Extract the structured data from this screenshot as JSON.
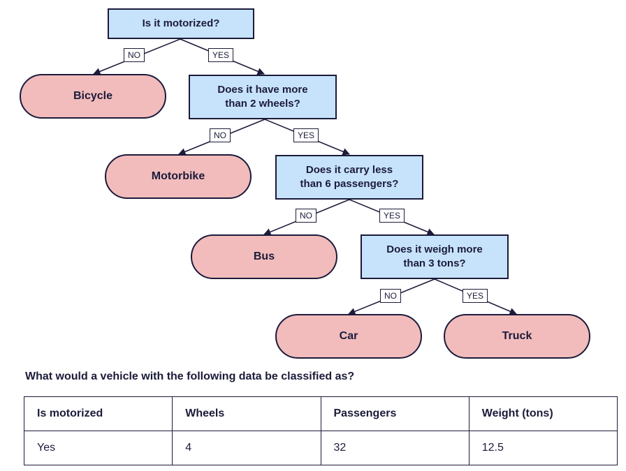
{
  "diagram": {
    "questions": [
      {
        "id": "q1",
        "text": "Is it motorized?"
      },
      {
        "id": "q2",
        "text": "Does it have more\nthan 2 wheels?"
      },
      {
        "id": "q3",
        "text": "Does it carry less\nthan 6 passengers?"
      },
      {
        "id": "q4",
        "text": "Does it weigh more\nthan 3 tons?"
      }
    ],
    "leaves": [
      {
        "id": "bicycle",
        "text": "Bicycle"
      },
      {
        "id": "motorbike",
        "text": "Motorbike"
      },
      {
        "id": "bus",
        "text": "Bus"
      },
      {
        "id": "car",
        "text": "Car"
      },
      {
        "id": "truck",
        "text": "Truck"
      }
    ],
    "branch_labels": {
      "no": "NO",
      "yes": "YES"
    },
    "colors": {
      "question_fill": "#c7e3fb",
      "leaf_fill": "#f2bcbc",
      "stroke": "#1b1b3a"
    }
  },
  "prompt": "What would a vehicle with the following data be classified as?",
  "table": {
    "headers": [
      "Is motorized",
      "Wheels",
      "Passengers",
      "Weight (tons)"
    ],
    "rows": [
      [
        "Yes",
        "4",
        "32",
        "12.5"
      ]
    ]
  }
}
